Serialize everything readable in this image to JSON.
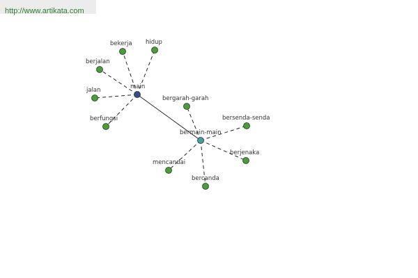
{
  "site": {
    "url": "http://www.artikata.com"
  },
  "colors": {
    "leaf": "#4e9a3e",
    "root": "#3c4a8c",
    "hub": "#4a9aa3",
    "stroke": "#222222",
    "url_bg": "#ececec",
    "url_text": "#2e7d32"
  },
  "graph": {
    "nodes": [
      {
        "id": "main",
        "label": "main",
        "kind": "root"
      },
      {
        "id": "bekerja",
        "label": "bekerja",
        "kind": "leaf"
      },
      {
        "id": "hidup",
        "label": "hidup",
        "kind": "leaf"
      },
      {
        "id": "berjalan",
        "label": "berjalan",
        "kind": "leaf"
      },
      {
        "id": "jalan",
        "label": "jalan",
        "kind": "leaf"
      },
      {
        "id": "berfungsi",
        "label": "berfungsi",
        "kind": "leaf"
      },
      {
        "id": "bermain-main",
        "label": "bermain-main",
        "kind": "hub"
      },
      {
        "id": "bergarah-garah",
        "label": "bergarah-garah",
        "kind": "leaf"
      },
      {
        "id": "bersenda-senda",
        "label": "bersenda-senda",
        "kind": "leaf"
      },
      {
        "id": "berjenaka",
        "label": "berjenaka",
        "kind": "leaf"
      },
      {
        "id": "mencandai",
        "label": "mencandai",
        "kind": "leaf"
      },
      {
        "id": "bercanda",
        "label": "bercanda",
        "kind": "leaf"
      }
    ],
    "edges": [
      {
        "from": "main",
        "to": "bekerja",
        "style": "dashed"
      },
      {
        "from": "main",
        "to": "hidup",
        "style": "dashed"
      },
      {
        "from": "main",
        "to": "berjalan",
        "style": "dashed"
      },
      {
        "from": "main",
        "to": "jalan",
        "style": "dashed"
      },
      {
        "from": "main",
        "to": "berfungsi",
        "style": "dashed"
      },
      {
        "from": "main",
        "to": "bermain-main",
        "style": "solid"
      },
      {
        "from": "bermain-main",
        "to": "bergarah-garah",
        "style": "dashed"
      },
      {
        "from": "bermain-main",
        "to": "bersenda-senda",
        "style": "dashed"
      },
      {
        "from": "bermain-main",
        "to": "berjenaka",
        "style": "dashed"
      },
      {
        "from": "bermain-main",
        "to": "mencandai",
        "style": "dashed"
      },
      {
        "from": "bermain-main",
        "to": "bercanda",
        "style": "dashed"
      }
    ]
  }
}
